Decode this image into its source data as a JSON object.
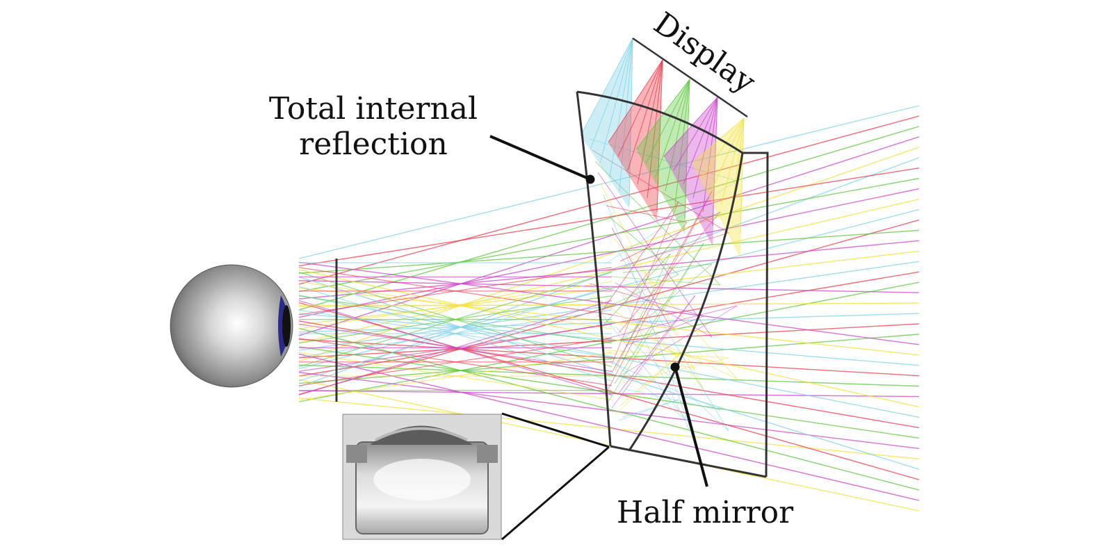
{
  "labels": {
    "tir_line1": "Total internal",
    "tir_line2": "reflection",
    "display": "Display",
    "half_mirror": "Half mirror"
  },
  "ray_colors": {
    "cyan": "#7fd3e8",
    "red": "#ee3a4a",
    "green": "#5cc83a",
    "magenta": "#cc44cc",
    "yellow": "#f2e23c"
  },
  "icons": {
    "eye": "eyeball-icon",
    "prism": "freeform-prism-photo"
  }
}
